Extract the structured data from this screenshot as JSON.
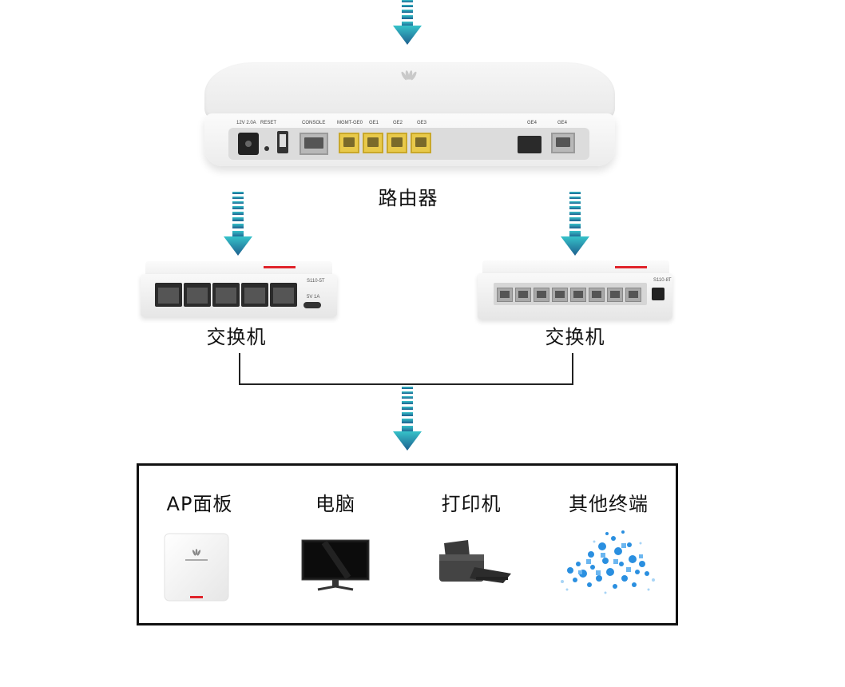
{
  "router": {
    "label": "路由器",
    "port_labels": [
      "12V 2.0A",
      "RESET",
      "CONSOLE",
      "MGMT-GE0",
      "GE1",
      "GE2",
      "GE3",
      "GE4",
      "GE4"
    ]
  },
  "switches": [
    {
      "label": "交换机",
      "model": "S110-5T",
      "power": "5V 1A",
      "port_count": 5
    },
    {
      "label": "交换机",
      "model": "S110-8T",
      "port_count": 8
    }
  ],
  "devices": [
    {
      "label": "AP面板",
      "icon": "ap-panel-icon"
    },
    {
      "label": "电脑",
      "icon": "monitor-icon"
    },
    {
      "label": "打印机",
      "icon": "printer-icon"
    },
    {
      "label": "其他终端",
      "icon": "cloud-devices-icon"
    }
  ],
  "colors": {
    "arrow_gradient_start": "#2fb3c2",
    "arrow_gradient_end": "#1f5d8c",
    "accent_red": "#e0242b",
    "port_yellow": "#e8c94a",
    "cloud_blue": "#2a8fe0"
  }
}
